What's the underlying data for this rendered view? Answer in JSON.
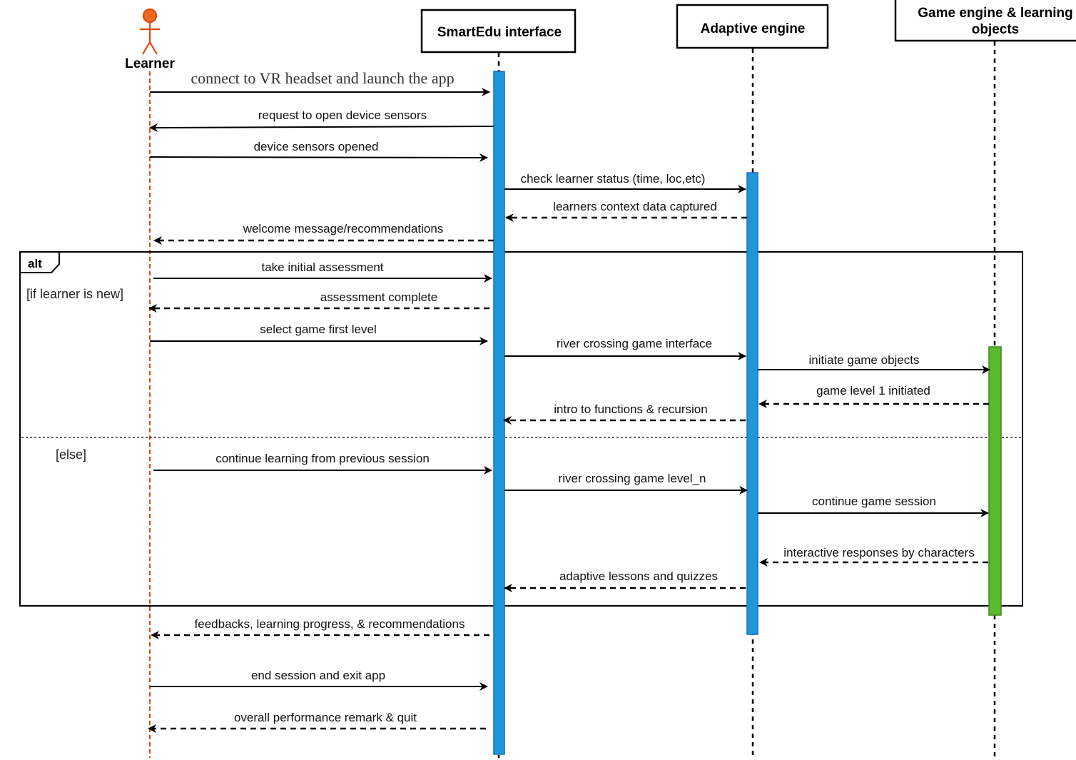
{
  "participants": {
    "learner": "Learner",
    "interface": "SmartEdu interface",
    "engine": "Adaptive engine",
    "game_line1": "Game engine & learning",
    "game_line2": "objects"
  },
  "frame": {
    "operator": "alt",
    "guard_if": "[if learner is new]",
    "guard_else": "[else]"
  },
  "messages": [
    "connect to VR headset and launch the app",
    "request to open device sensors",
    "device sensors opened",
    "check learner status (time, loc,etc)",
    "learners context data captured",
    "welcome message/recommendations",
    "take initial assessment",
    "assessment complete",
    "select game first level",
    "river crossing game interface",
    "initiate game objects",
    "game level 1 initiated",
    "intro to functions & recursion",
    "continue learning from previous session",
    "river crossing game level_n",
    "continue game session",
    "interactive responses by characters",
    "adaptive lessons and quizzes",
    "feedbacks, learning progress, & recommendations",
    "end session and exit app",
    "overall performance remark & quit"
  ],
  "colors": {
    "learner": "#d9480f",
    "activation_blue": "#1e96dc",
    "activation_blue_border": "#1a6fb0",
    "activation_green": "#5cb82e",
    "activation_green_border": "#3f8a1c",
    "line": "#000000"
  }
}
